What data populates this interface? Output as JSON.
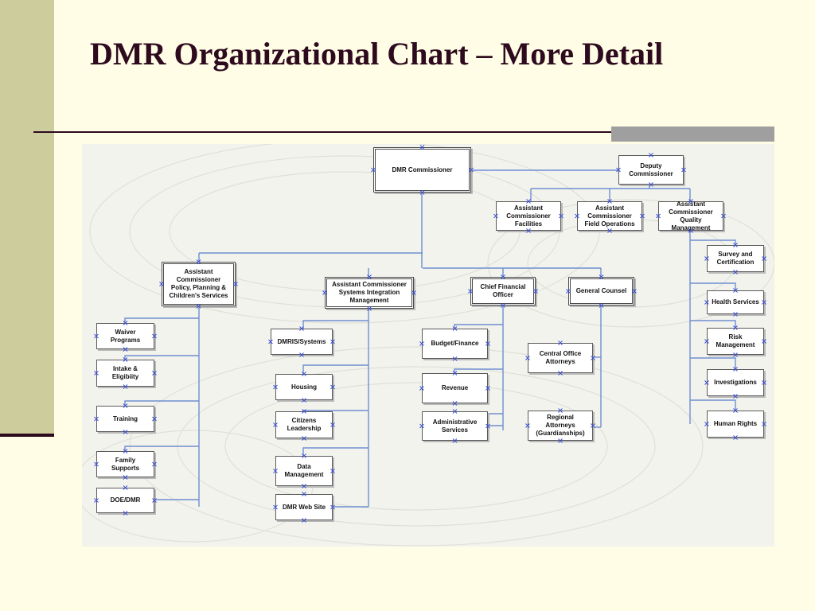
{
  "slide": {
    "title": "DMR Organizational Chart – More Detail"
  },
  "colors": {
    "accent": "#2e0a1e",
    "sidebar": "#cccc9c",
    "background": "#fffde6",
    "connector": "#6f8fd0",
    "handle": "#3a4fd6"
  },
  "org": {
    "dmr_commissioner": "DMR Commissioner",
    "deputy_commissioner": "Deputy\nCommissioner",
    "ac_facilities": "Assistant\nCommissioner\nFacilities",
    "ac_field_operations": "Assistant\nCommissioner\nField Operations",
    "ac_quality_management": "Assistant\nCommissioner\nQuality\nManagement",
    "ac_policy_planning": "Assistant\nCommissioner\nPolicy, Planning &\nChildren's Services",
    "ac_systems_integration": "Assistant Commissioner\nSystems Integration\nManagement",
    "chief_financial_officer": "Chief Financial\nOfficer",
    "general_counsel": "General Counsel",
    "waiver_programs": "Waiver\nPrograms",
    "intake_eligibility": "Intake &\nEligibiity",
    "training": "Training",
    "family_supports": "Family\nSupports",
    "doe_dmr": "DOE/DMR",
    "dmris_systems": "DMRIS/Systems",
    "housing": "Housing",
    "citizens_leadership": "Citizens\nLeadership",
    "data_management": "Data\nManagement",
    "dmr_web_site": "DMR Web Site",
    "budget_finance": "Budget/Finance",
    "revenue": "Revenue",
    "administrative_services": "Administrative\nServices",
    "central_office_attorneys": "Central Office\nAttorneys",
    "regional_attorneys": "Regional\nAttorneys\n(Guardianships)",
    "survey_certification": "Survey and\nCertification",
    "health_services": "Health Services",
    "risk_management": "Risk\nManagement",
    "investigations": "Investigations",
    "human_rights": "Human Rights"
  }
}
